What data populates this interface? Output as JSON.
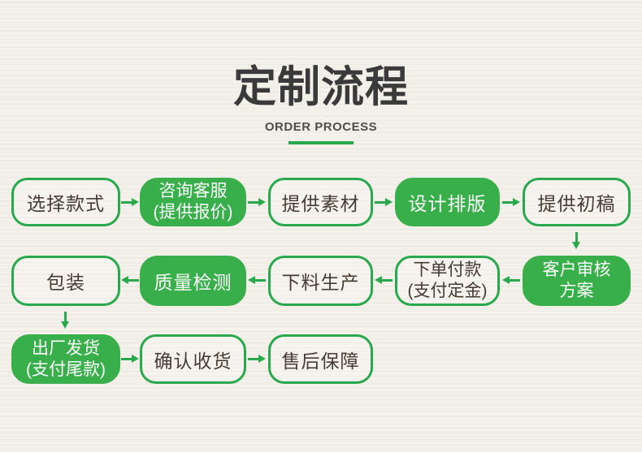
{
  "header": {
    "title": "定制流程",
    "subtitle": "ORDER PROCESS"
  },
  "colors": {
    "background": "#f2efe9",
    "green_fill": "#39af4b",
    "green_line": "#2aa84e",
    "text_dark": "#453b33",
    "filled_text": "#ffffff"
  },
  "flow": {
    "nodes": [
      {
        "line1": "选择款式",
        "line2": "",
        "variant": "outline"
      },
      {
        "line1": "咨询客服",
        "line2": "(提供报价)",
        "variant": "filled"
      },
      {
        "line1": "提供素材",
        "line2": "",
        "variant": "outline"
      },
      {
        "line1": "设计排版",
        "line2": "",
        "variant": "filled"
      },
      {
        "line1": "提供初稿",
        "line2": "",
        "variant": "outline"
      },
      {
        "line1": "客户审核",
        "line2": "方案",
        "variant": "filled"
      },
      {
        "line1": "下单付款",
        "line2": "(支付定金)",
        "variant": "outline"
      },
      {
        "line1": "下料生产",
        "line2": "",
        "variant": "outline"
      },
      {
        "line1": "质量检测",
        "line2": "",
        "variant": "filled"
      },
      {
        "line1": "包装",
        "line2": "",
        "variant": "outline"
      },
      {
        "line1": "出厂发货",
        "line2": "(支付尾款)",
        "variant": "filled"
      },
      {
        "line1": "确认收货",
        "line2": "",
        "variant": "outline"
      },
      {
        "line1": "售后保障",
        "line2": "",
        "variant": "outline"
      }
    ]
  }
}
